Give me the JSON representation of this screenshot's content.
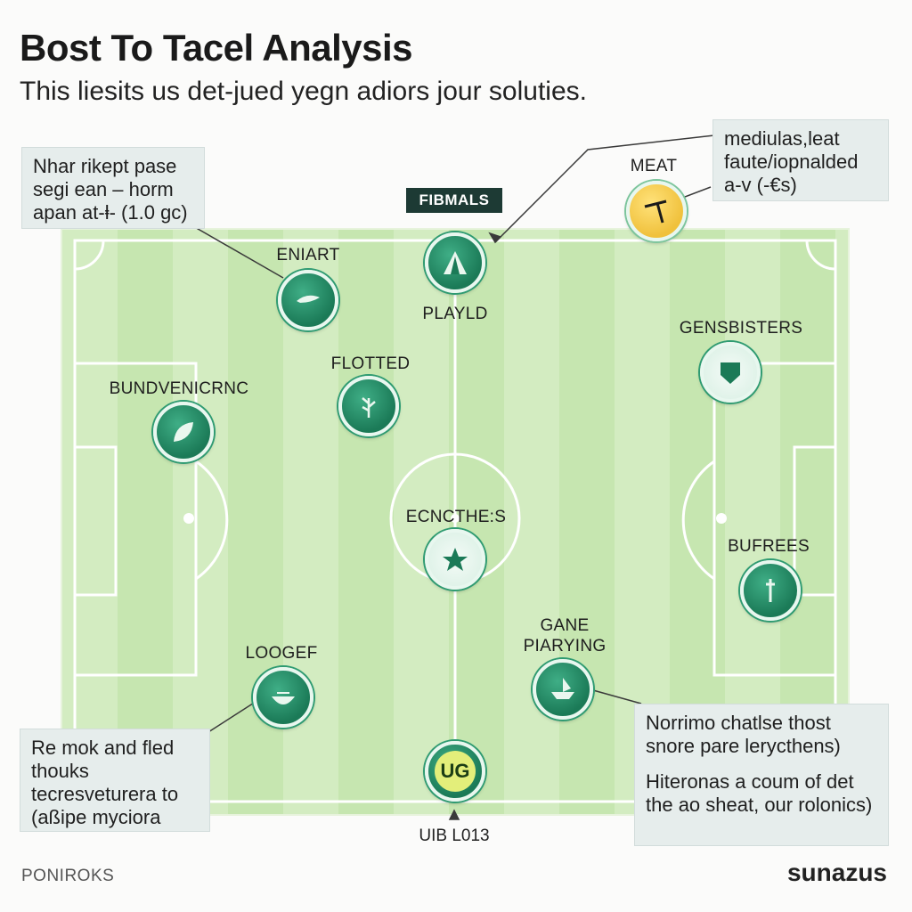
{
  "header": {
    "title": "Bost To Tacel Analysis",
    "subtitle": "This liesits us det-jued yegn adiors jour soluties."
  },
  "tag": {
    "label": "FIBMALS"
  },
  "callouts": {
    "top_left": "Nhar rikept pase segi ean – horm apan at-ⱡ- (1.0 gc)",
    "top_right": "mediulas,leat faute/iopnalded a-v (-€s)",
    "bottom_left": "Re mok and fled thouks tecresveturera to (aßipe myciora",
    "bottom_right_1": "Norrimo chatlse thost snore pare lerycthens)",
    "bottom_right_2": "Hiteronas a coum of det the ao sheat, our rolonics)"
  },
  "players": {
    "meat": "MEAT",
    "eniart": "ENIART",
    "playld": "PLAYLD",
    "flotted": "FLOTTED",
    "bundvenicrnc": "BUNDVENICRNC",
    "gensbisters": "GENSBISTERS",
    "echnches": "ECNCTHE:S",
    "bufrees": "BUFREES",
    "logegf": "LOOGEF",
    "gane": "GANE",
    "pairying": "PIARYING",
    "ug_badge": "UG",
    "uid": "UIB L013"
  },
  "footer": {
    "left": "PONIROKS",
    "right": "sunazus"
  },
  "colors": {
    "pitch_light": "#d3ecc1",
    "pitch_dark": "#c6e6b0",
    "badge_green": "#1b7a57",
    "badge_gold": "#f0c13c",
    "callout_bg": "#e6edec",
    "tag_bg": "#1d3a34"
  }
}
